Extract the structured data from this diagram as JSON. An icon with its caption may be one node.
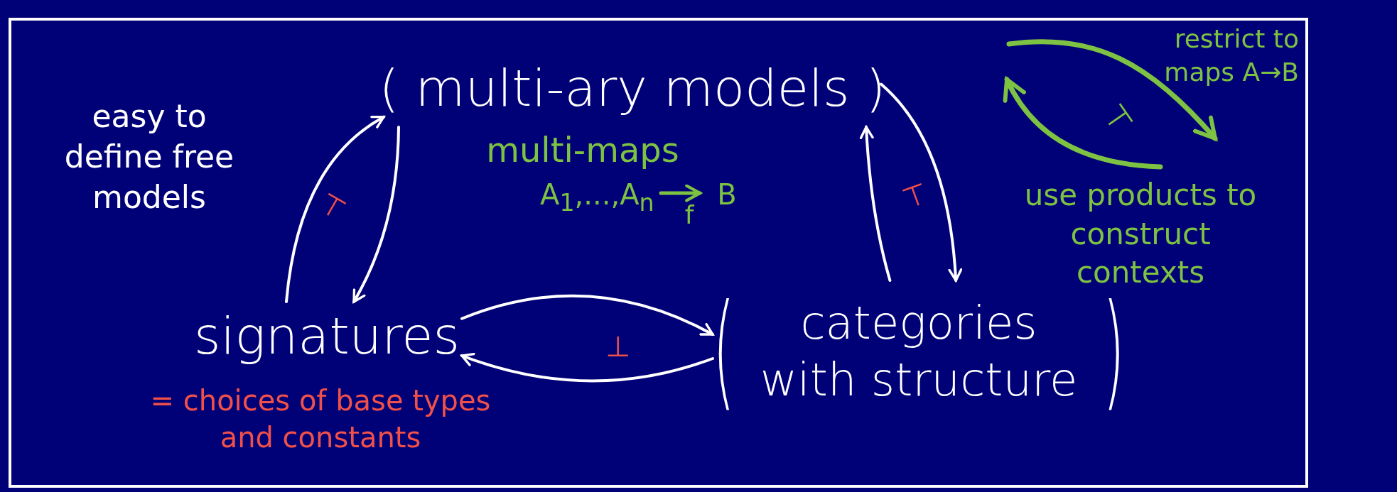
{
  "diagram": {
    "nodes": [
      {
        "text": [
          "( multi-ary models )"
        ]
      },
      {
        "text": [
          "signatures"
        ],
        "beside": [
          "= choices of base types and constants"
        ]
      },
      {
        "text": [
          "(",
          "categories with structure",
          ")"
        ]
      }
    ],
    "edges": [
      {
        "from": 1,
        "to": 0,
        "arrow": "to"
      },
      {
        "from": 0,
        "to": 1,
        "arrow": "to"
      },
      {
        "from": 2,
        "to": 0,
        "arrow": "to"
      },
      {
        "from": 0,
        "to": 2,
        "arrow": "to"
      },
      {
        "from": 1,
        "to": 2,
        "arrow": "to"
      },
      {
        "from": 2,
        "to": 1,
        "arrow": "to"
      }
    ],
    "labels": [
      "restrict to maps A→B",
      "easy to define free models",
      "⊣",
      "multi-maps",
      "A$_{1}$,...,A$_{n}$",
      "f",
      "B",
      "use products to construct contexts",
      "⊣",
      "⊣",
      "⊥"
    ]
  }
}
